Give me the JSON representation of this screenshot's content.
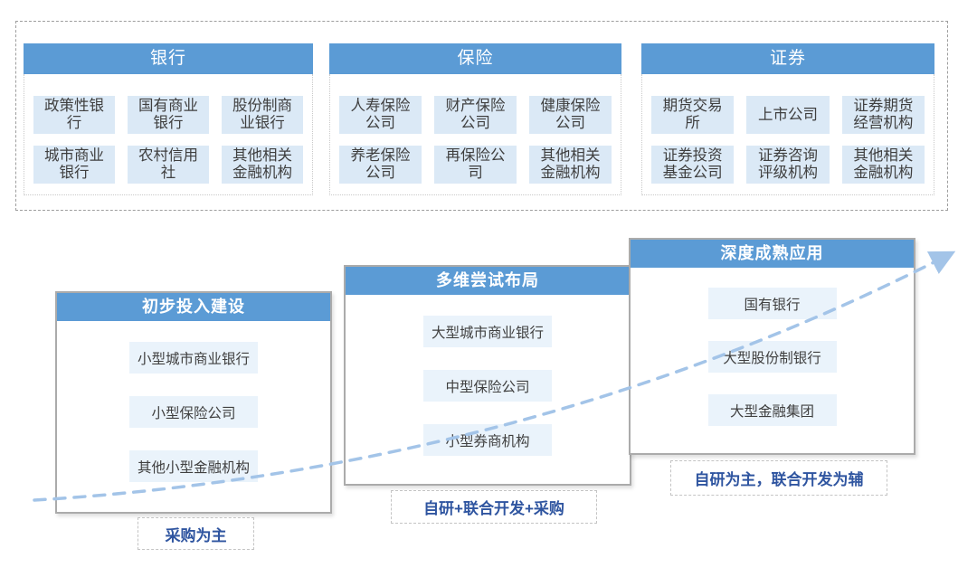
{
  "colors": {
    "header_blue": "#5B9BD5",
    "sector_item_blue": "#DBE9F6",
    "stage_item_blue": "#EAF3FB",
    "strategy_text_blue": "#2F55A0",
    "arrow_blue": "#A3C4E8"
  },
  "sectors": {
    "groups": [
      {
        "title": "银行",
        "items": [
          "政策性银行",
          "国有商业银行",
          "股份制商业银行",
          "城市商业银行",
          "农村信用社",
          "其他相关金融机构"
        ]
      },
      {
        "title": "保险",
        "items": [
          "人寿保险公司",
          "财产保险公司",
          "健康保险公司",
          "养老保险公司",
          "再保险公司",
          "其他相关金融机构"
        ]
      },
      {
        "title": "证券",
        "items": [
          "期货交易所",
          "上市公司",
          "证券期货经营机构",
          "证券投资基金公司",
          "证券咨询评级机构",
          "其他相关金融机构"
        ]
      }
    ]
  },
  "stages": [
    {
      "title": "初步投入建设",
      "items": [
        "小型城市商业银行",
        "小型保险公司",
        "其他小型金融机构"
      ],
      "strategy": "采购为主"
    },
    {
      "title": "多维尝试布局",
      "items": [
        "大型城市商业银行",
        "中型保险公司",
        "小型券商机构"
      ],
      "strategy": "自研+联合开发+采购"
    },
    {
      "title": "深度成熟应用",
      "items": [
        "国有银行",
        "大型股份制银行",
        "大型金融集团"
      ],
      "strategy": "自研为主，联合开发为辅"
    }
  ]
}
